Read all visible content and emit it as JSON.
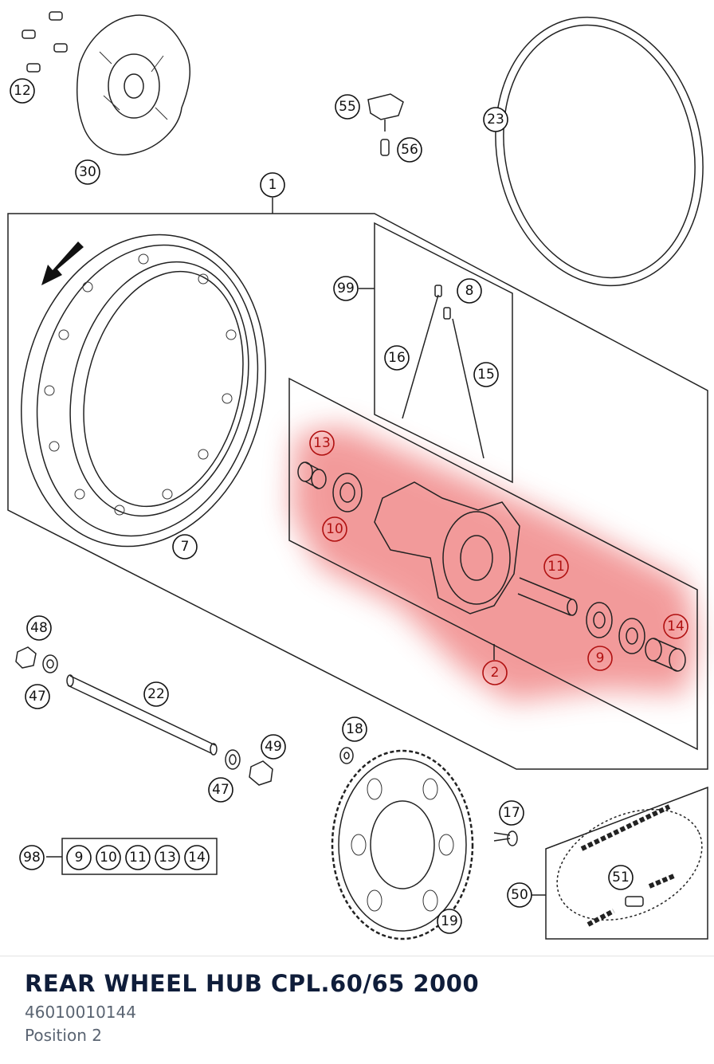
{
  "part": {
    "name": "REAR WHEEL HUB CPL.60/65 2000",
    "number": "46010010144",
    "position": "Position 2"
  },
  "diagram": {
    "highlight_color": "#e8484a",
    "callouts": [
      {
        "id": "c12",
        "label": "12"
      },
      {
        "id": "c30",
        "label": "30"
      },
      {
        "id": "c55",
        "label": "55"
      },
      {
        "id": "c56",
        "label": "56"
      },
      {
        "id": "c23",
        "label": "23"
      },
      {
        "id": "c1",
        "label": "1"
      },
      {
        "id": "c99",
        "label": "99"
      },
      {
        "id": "c8",
        "label": "8"
      },
      {
        "id": "c16",
        "label": "16"
      },
      {
        "id": "c15",
        "label": "15"
      },
      {
        "id": "c13",
        "label": "13"
      },
      {
        "id": "c10",
        "label": "10"
      },
      {
        "id": "c7",
        "label": "7"
      },
      {
        "id": "c11",
        "label": "11"
      },
      {
        "id": "c14",
        "label": "14"
      },
      {
        "id": "c9",
        "label": "9"
      },
      {
        "id": "c2",
        "label": "2"
      },
      {
        "id": "c48",
        "label": "48"
      },
      {
        "id": "c47a",
        "label": "47"
      },
      {
        "id": "c22",
        "label": "22"
      },
      {
        "id": "c18",
        "label": "18"
      },
      {
        "id": "c49",
        "label": "49"
      },
      {
        "id": "c47b",
        "label": "47"
      },
      {
        "id": "c17",
        "label": "17"
      },
      {
        "id": "c98",
        "label": "98"
      },
      {
        "id": "c51",
        "label": "51"
      },
      {
        "id": "c50",
        "label": "50"
      },
      {
        "id": "c19",
        "label": "19"
      }
    ],
    "kit_98_items": [
      "9",
      "10",
      "11",
      "13",
      "14"
    ]
  }
}
